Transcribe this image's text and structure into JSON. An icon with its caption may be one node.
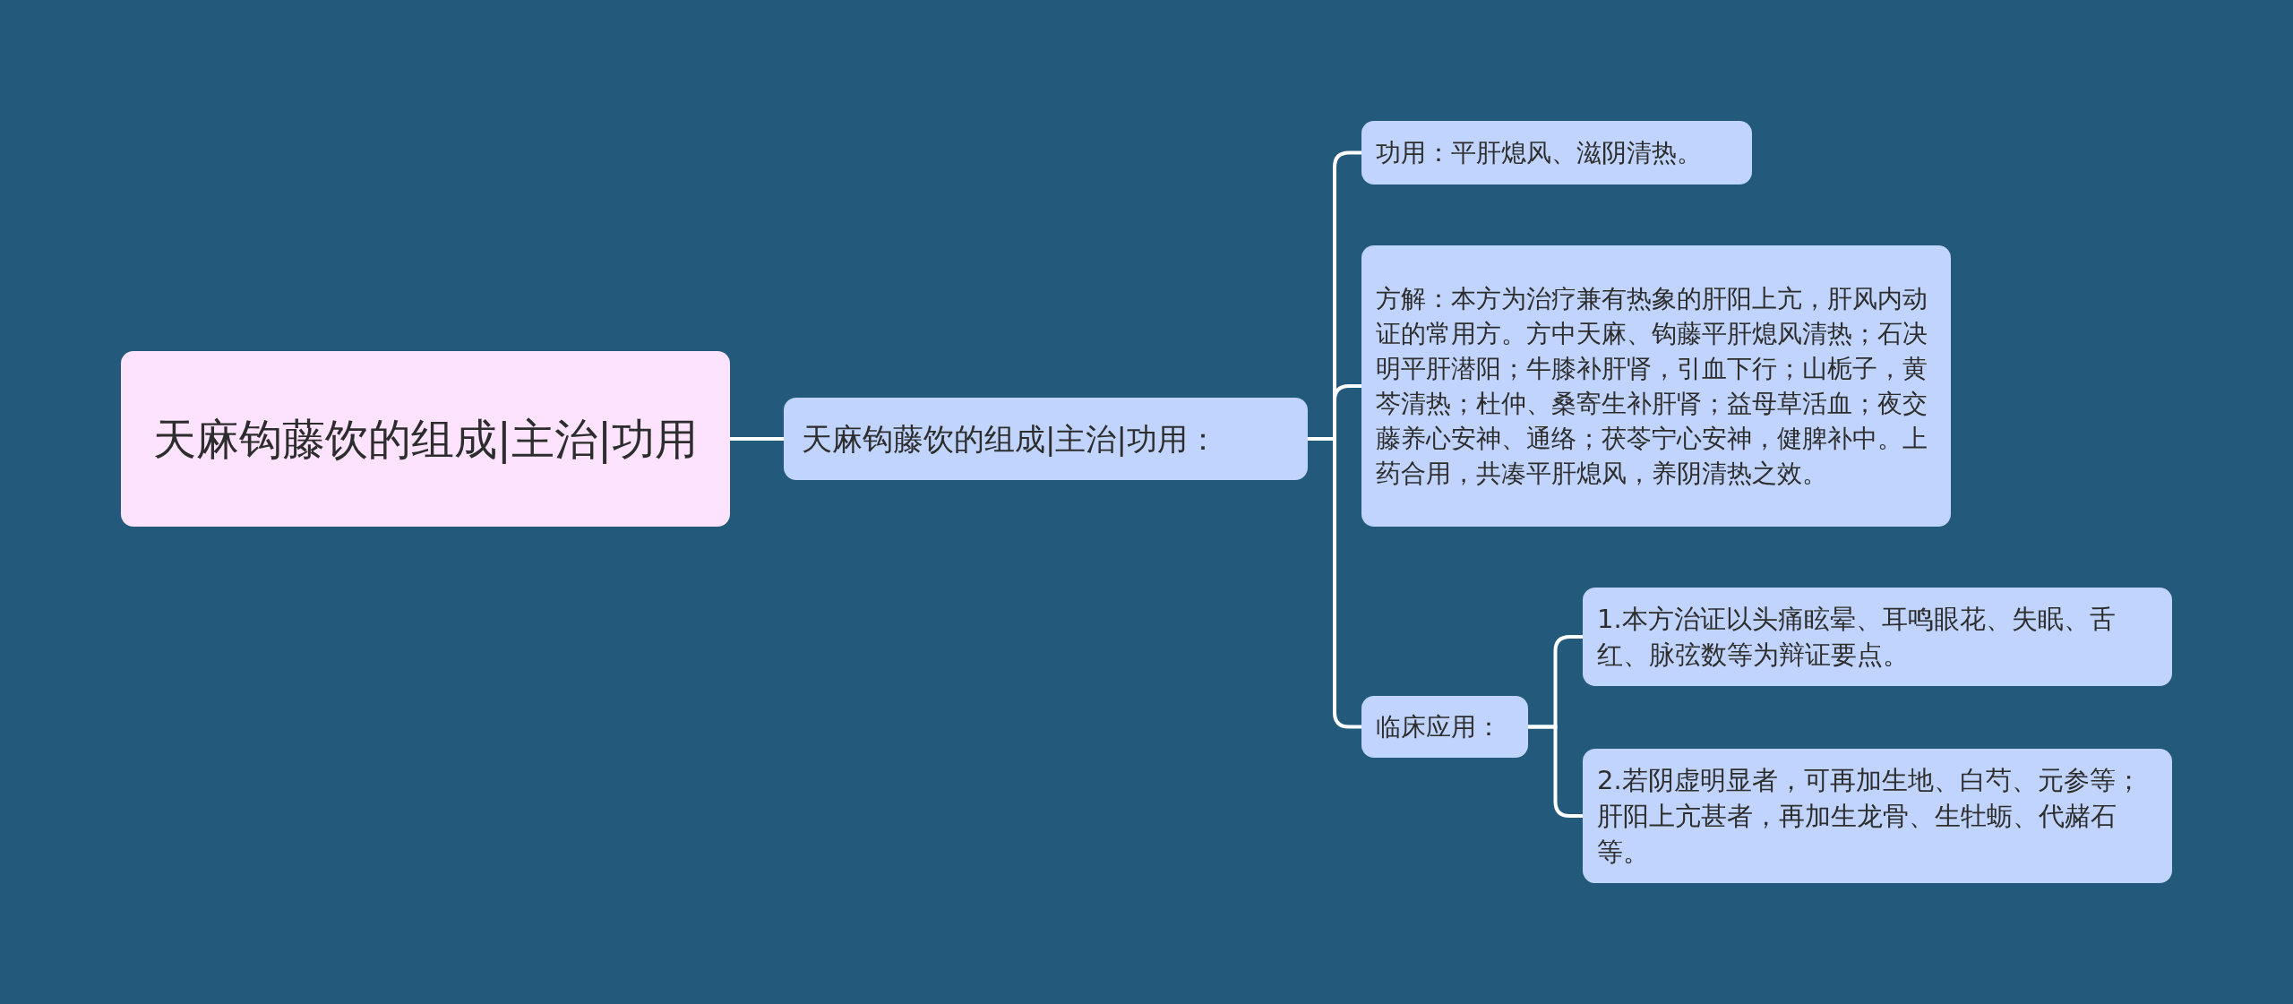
{
  "diagram": {
    "nodes": [
      {
        "text": [
          "天麻钩藤饮的组成|主治|功用"
        ]
      },
      {
        "text": [
          "天麻钩藤饮的组成|主治|功用："
        ]
      },
      {
        "text": [
          "功用：平肝熄风、滋阴清热。"
        ]
      },
      {
        "text": [
          "方解：本方为治疗兼有热象的肝阳上亢，肝风内动证的常用方。方中天麻、钩藤平肝熄风清热；石决明平肝潜阳；牛膝补肝肾，引血下行；山栀子，黄芩清热；杜仲、桑寄生补肝肾；益母草活血；夜交藤养心安神、通络；茯苓宁心安神，健脾补中。上药合用，共凑平肝熄风，养阴清热之效。"
        ]
      },
      {
        "text": [
          "临床应用："
        ]
      },
      {
        "text": [
          "1.本方治证以头痛眩晕、耳鸣眼花、失眠、舌红、脉弦数等为辩证要点。"
        ]
      },
      {
        "text": [
          "2.若阴虚明显者，可再加生地、白芍、元参等；肝阳上亢甚者，再加生龙骨、生牡蛎、代赭石等。"
        ]
      }
    ],
    "edges": [
      {
        "from": 0,
        "to": 1,
        "arrow": "none"
      },
      {
        "from": 1,
        "to": 2,
        "arrow": "none"
      },
      {
        "from": 1,
        "to": 3,
        "arrow": "none"
      },
      {
        "from": 1,
        "to": 4,
        "arrow": "none"
      },
      {
        "from": 4,
        "to": 5,
        "arrow": "none"
      },
      {
        "from": 4,
        "to": 6,
        "arrow": "none"
      }
    ]
  }
}
